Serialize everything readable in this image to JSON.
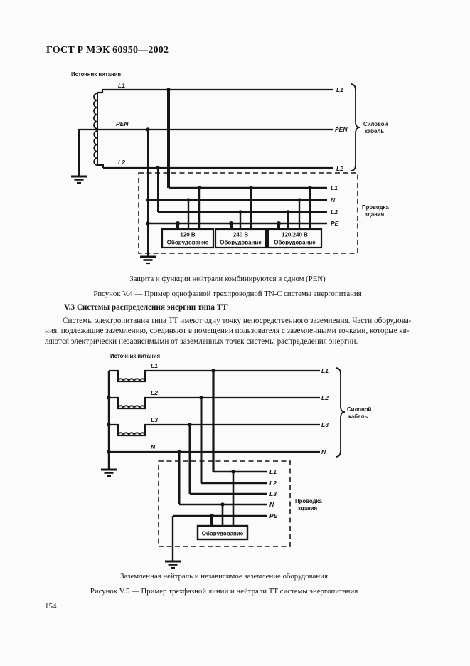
{
  "page": {
    "header": "ГОСТ Р МЭК 60950—2002",
    "page_number": "154"
  },
  "figure4": {
    "source_label": "Источник питания",
    "lines": {
      "l1": "L1",
      "pen": "PEN",
      "l2": "L2"
    },
    "cable_brace": {
      "line1": "Силовой",
      "line2": "кабель"
    },
    "building": {
      "line1": "Проводка",
      "line2": "здания"
    },
    "buses": {
      "l1": "L1",
      "n": "N",
      "l2": "L2",
      "pe": "PE"
    },
    "equipment": [
      {
        "volt": "120 В",
        "name": "Оборудование"
      },
      {
        "volt": "240 В",
        "name": "Оборудование"
      },
      {
        "volt": "120/240 В",
        "name": "Оборудование"
      }
    ],
    "note": "Защита и функции нейтрали комбинируются в одном (PEN)",
    "caption": "Рисунок V.4 — Пример однофазной трехпроводной TN-C системы энергопитания"
  },
  "section": {
    "heading": "V.3 Системы распределения энергии типа ТТ",
    "para_lines": [
      "Системы электропитания типа ТТ имеют одну точку непосредственного заземления. Части оборудова-",
      "ния, подлежащие заземлению, соединяют в помещении пользователя с заземленными точками, которые яв-",
      "ляются электрически независимыми от заземленных точек системы распределения энергии."
    ]
  },
  "figure5": {
    "source_label": "Источник питания",
    "lines": {
      "l1": "L1",
      "l2": "L2",
      "l3": "L3",
      "n": "N"
    },
    "cable_brace": {
      "line1": "Силовой",
      "line2": "кабель"
    },
    "building": {
      "line1": "Проводка",
      "line2": "здания"
    },
    "buses": {
      "l1": "L1",
      "l2": "L2",
      "l3": "L3",
      "n": "N",
      "pe": "PE"
    },
    "equipment_label": "Оборудование",
    "note": "Заземленная нейтраль и независимое заземление оборудования",
    "caption": "Рисунок V.5 — Пример трехфазной линии и нейтрали ТТ системы энергопитания"
  },
  "colors": {
    "ink": "#161616",
    "paper": "#fbfbfb"
  }
}
